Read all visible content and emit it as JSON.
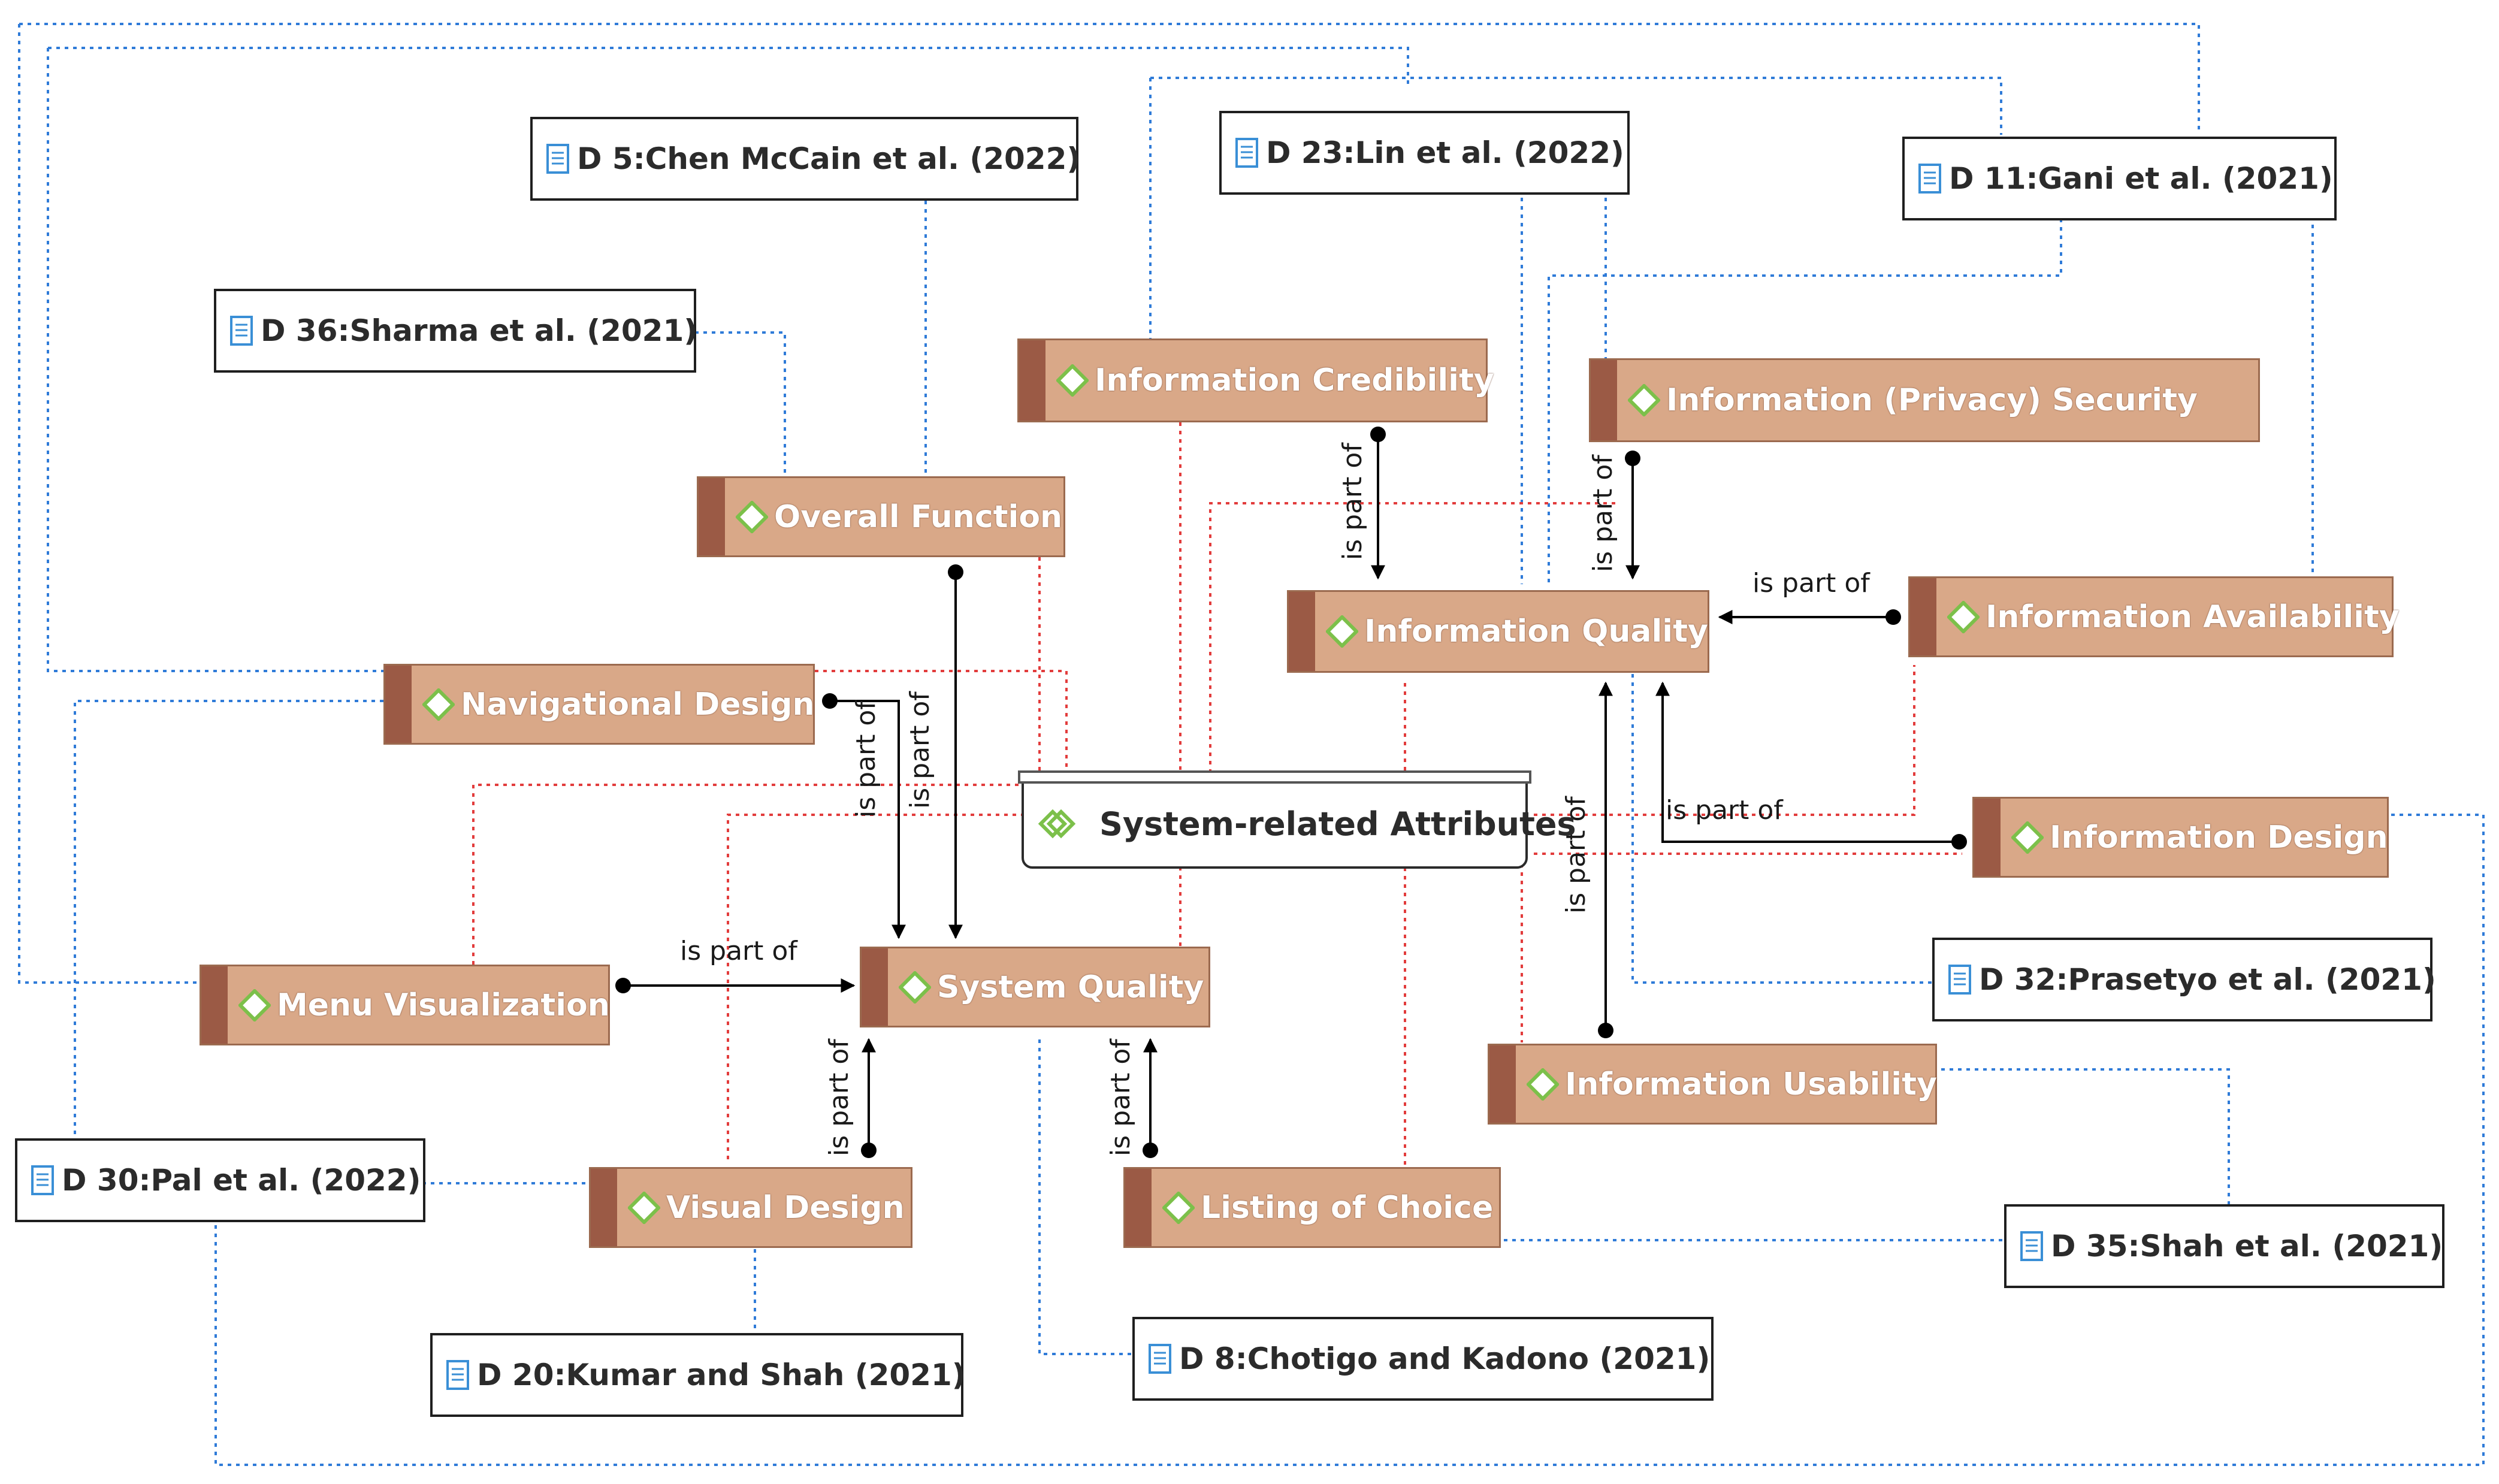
{
  "diagram": {
    "documents": [
      {
        "id": "d5",
        "label": "D 5:Chen McCain et al. (2022)"
      },
      {
        "id": "d23",
        "label": "D 23:Lin et al. (2022)"
      },
      {
        "id": "d11",
        "label": "D 11:Gani et al. (2021)"
      },
      {
        "id": "d36",
        "label": "D 36:Sharma et al. (2021)"
      },
      {
        "id": "d32",
        "label": "D 32:Prasetyo et al. (2021)"
      },
      {
        "id": "d30",
        "label": "D 30:Pal et al. (2022)"
      },
      {
        "id": "d35",
        "label": "D 35:Shah et al. (2021)"
      },
      {
        "id": "d20",
        "label": "D 20:Kumar and Shah (2021)"
      },
      {
        "id": "d8",
        "label": "D 8:Chotigo and Kadono (2021)"
      }
    ],
    "codes": [
      {
        "id": "cred",
        "label": "Information Credibility"
      },
      {
        "id": "priv",
        "label": "Information (Privacy) Security"
      },
      {
        "id": "overall",
        "label": "Overall Function"
      },
      {
        "id": "infoq",
        "label": "Information Quality"
      },
      {
        "id": "avail",
        "label": "Information Availability"
      },
      {
        "id": "nav",
        "label": "Navigational Design"
      },
      {
        "id": "design",
        "label": "Information Design"
      },
      {
        "id": "menu",
        "label": "Menu Visualization"
      },
      {
        "id": "sysq",
        "label": "System Quality"
      },
      {
        "id": "usab",
        "label": "Information Usability"
      },
      {
        "id": "visual",
        "label": "Visual Design"
      },
      {
        "id": "listing",
        "label": "Listing of Choice"
      }
    ],
    "group": {
      "label": "System-related Attributes"
    },
    "relation_label": "is part of",
    "colors": {
      "code_fill": "#d9a888",
      "code_bar": "#9b5a45",
      "doc_border": "#1f1f1f",
      "link_blue": "#2f7bd8",
      "link_red": "#e23c3c",
      "arrow": "#000000",
      "icon_green": "#7cc04a",
      "doc_icon_blue": "#3a8fd6"
    }
  }
}
